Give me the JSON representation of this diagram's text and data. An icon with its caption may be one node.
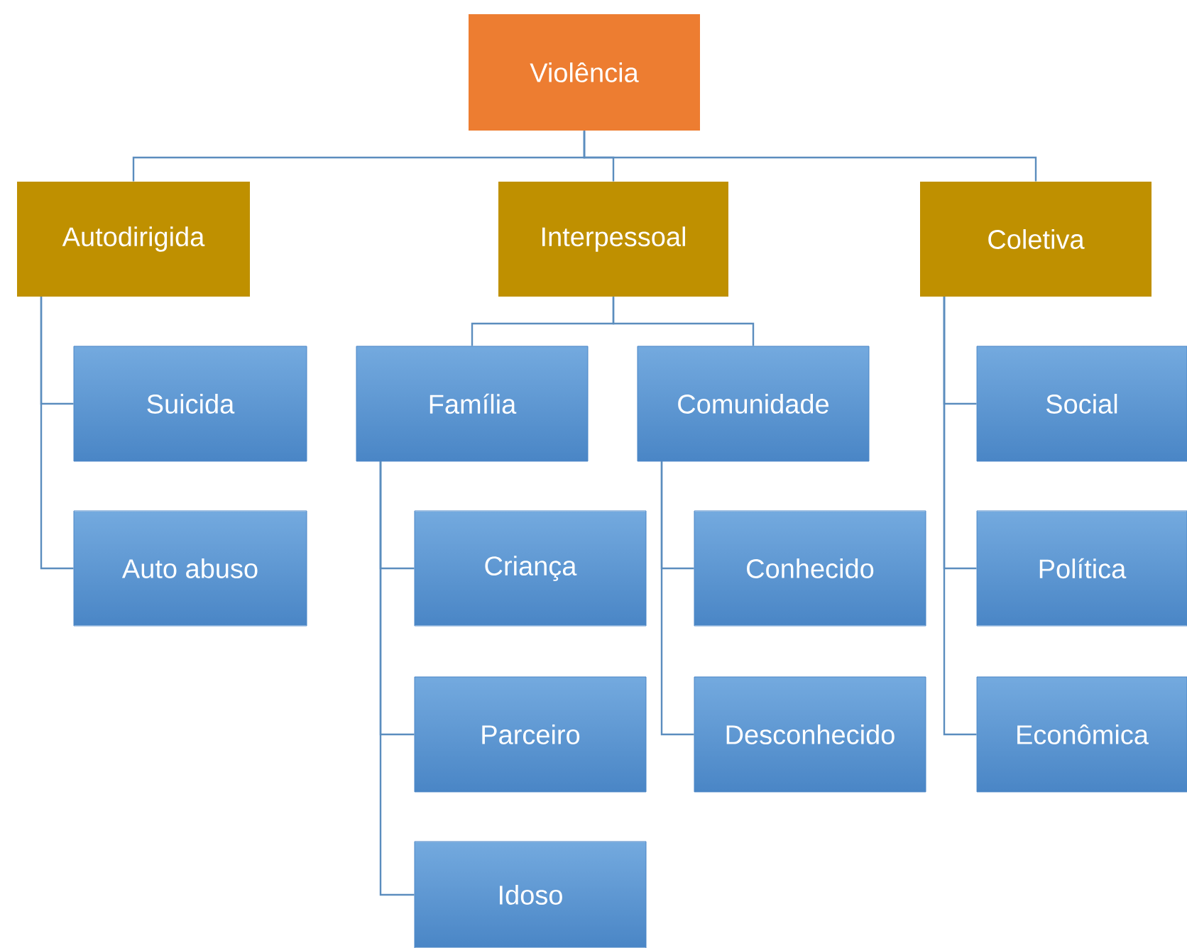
{
  "diagram": {
    "nodes": [
      {
        "text": [
          "Violência"
        ]
      },
      {
        "text": [
          "Autodirigida"
        ]
      },
      {
        "text": [
          "Interpessoal"
        ]
      },
      {
        "text": [
          "Coletiva"
        ]
      },
      {
        "text": [
          "Suicida"
        ]
      },
      {
        "text": [
          "Auto abuso"
        ]
      },
      {
        "text": [
          "Família"
        ]
      },
      {
        "text": [
          "Comunidade"
        ]
      },
      {
        "text": [
          "Criança"
        ]
      },
      {
        "text": [
          "Parceiro"
        ]
      },
      {
        "text": [
          "Idoso"
        ]
      },
      {
        "text": [
          "Conhecido"
        ]
      },
      {
        "text": [
          "Desconhecido"
        ]
      },
      {
        "text": [
          "Social"
        ]
      },
      {
        "text": [
          "Política"
        ]
      },
      {
        "text": [
          "Econômica"
        ]
      }
    ],
    "edges": [
      {
        "from": 0,
        "to": 1,
        "arrow": "none"
      },
      {
        "from": 0,
        "to": 2,
        "arrow": "none"
      },
      {
        "from": 0,
        "to": 3,
        "arrow": "none"
      },
      {
        "from": 1,
        "to": 4,
        "arrow": "none"
      },
      {
        "from": 1,
        "to": 5,
        "arrow": "none"
      },
      {
        "from": 2,
        "to": 6,
        "arrow": "none"
      },
      {
        "from": 2,
        "to": 7,
        "arrow": "none"
      },
      {
        "from": 6,
        "to": 8,
        "arrow": "none"
      },
      {
        "from": 6,
        "to": 9,
        "arrow": "none"
      },
      {
        "from": 6,
        "to": 10,
        "arrow": "none"
      },
      {
        "from": 7,
        "to": 11,
        "arrow": "none"
      },
      {
        "from": 7,
        "to": 12,
        "arrow": "none"
      },
      {
        "from": 3,
        "to": 13,
        "arrow": "none"
      },
      {
        "from": 3,
        "to": 14,
        "arrow": "none"
      },
      {
        "from": 3,
        "to": 15,
        "arrow": "none"
      }
    ]
  }
}
